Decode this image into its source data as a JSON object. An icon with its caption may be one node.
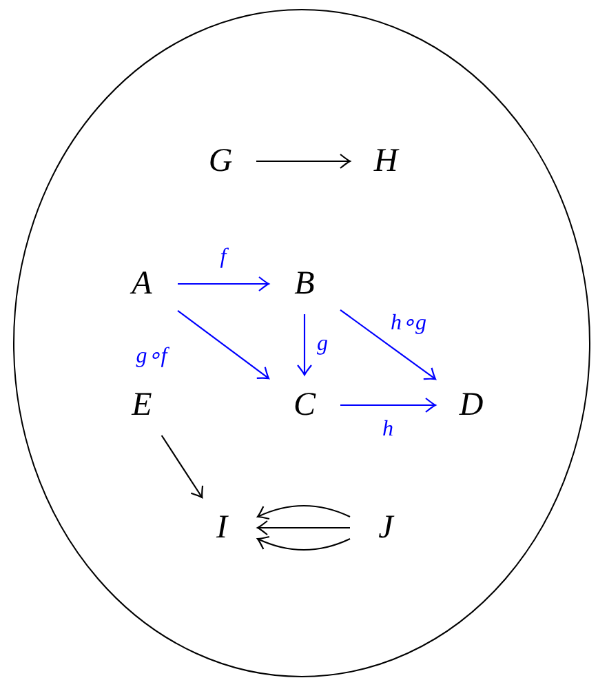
{
  "diagram": {
    "nodes": [
      {
        "text": [],
        "shape": "circle"
      },
      {
        "text": [
          "G"
        ],
        "in": 0
      },
      {
        "text": [
          "H"
        ],
        "in": 0
      },
      {
        "text": [
          "A"
        ],
        "in": 0
      },
      {
        "text": [
          "B"
        ],
        "in": 0
      },
      {
        "text": [
          "E"
        ],
        "in": 0
      },
      {
        "text": [
          "C"
        ],
        "in": 0
      },
      {
        "text": [
          "D"
        ],
        "in": 0
      },
      {
        "text": [
          "I"
        ],
        "in": 0
      },
      {
        "text": [
          "J"
        ],
        "in": 0
      }
    ],
    "edges": [
      {
        "from": 1,
        "to": 2,
        "arrow": "to"
      },
      {
        "from": 3,
        "to": 4,
        "arrow": "to",
        "label": "f",
        "color": "#0000ff"
      },
      {
        "from": 3,
        "to": 6,
        "arrow": "to",
        "label": "g∘f",
        "color": "#0000ff"
      },
      {
        "from": 4,
        "to": 6,
        "arrow": "to",
        "label": "g",
        "color": "#0000ff"
      },
      {
        "from": 4,
        "to": 7,
        "arrow": "to",
        "label": "h∘g",
        "color": "#0000ff"
      },
      {
        "from": 6,
        "to": 7,
        "arrow": "to",
        "label": "h",
        "color": "#0000ff"
      },
      {
        "from": 5,
        "to": 8,
        "arrow": "to"
      },
      {
        "from": 9,
        "to": 8,
        "arrow": "to"
      },
      {
        "from": 9,
        "to": 8,
        "arrow": "to"
      },
      {
        "from": 9,
        "to": 8,
        "arrow": "to"
      }
    ]
  }
}
